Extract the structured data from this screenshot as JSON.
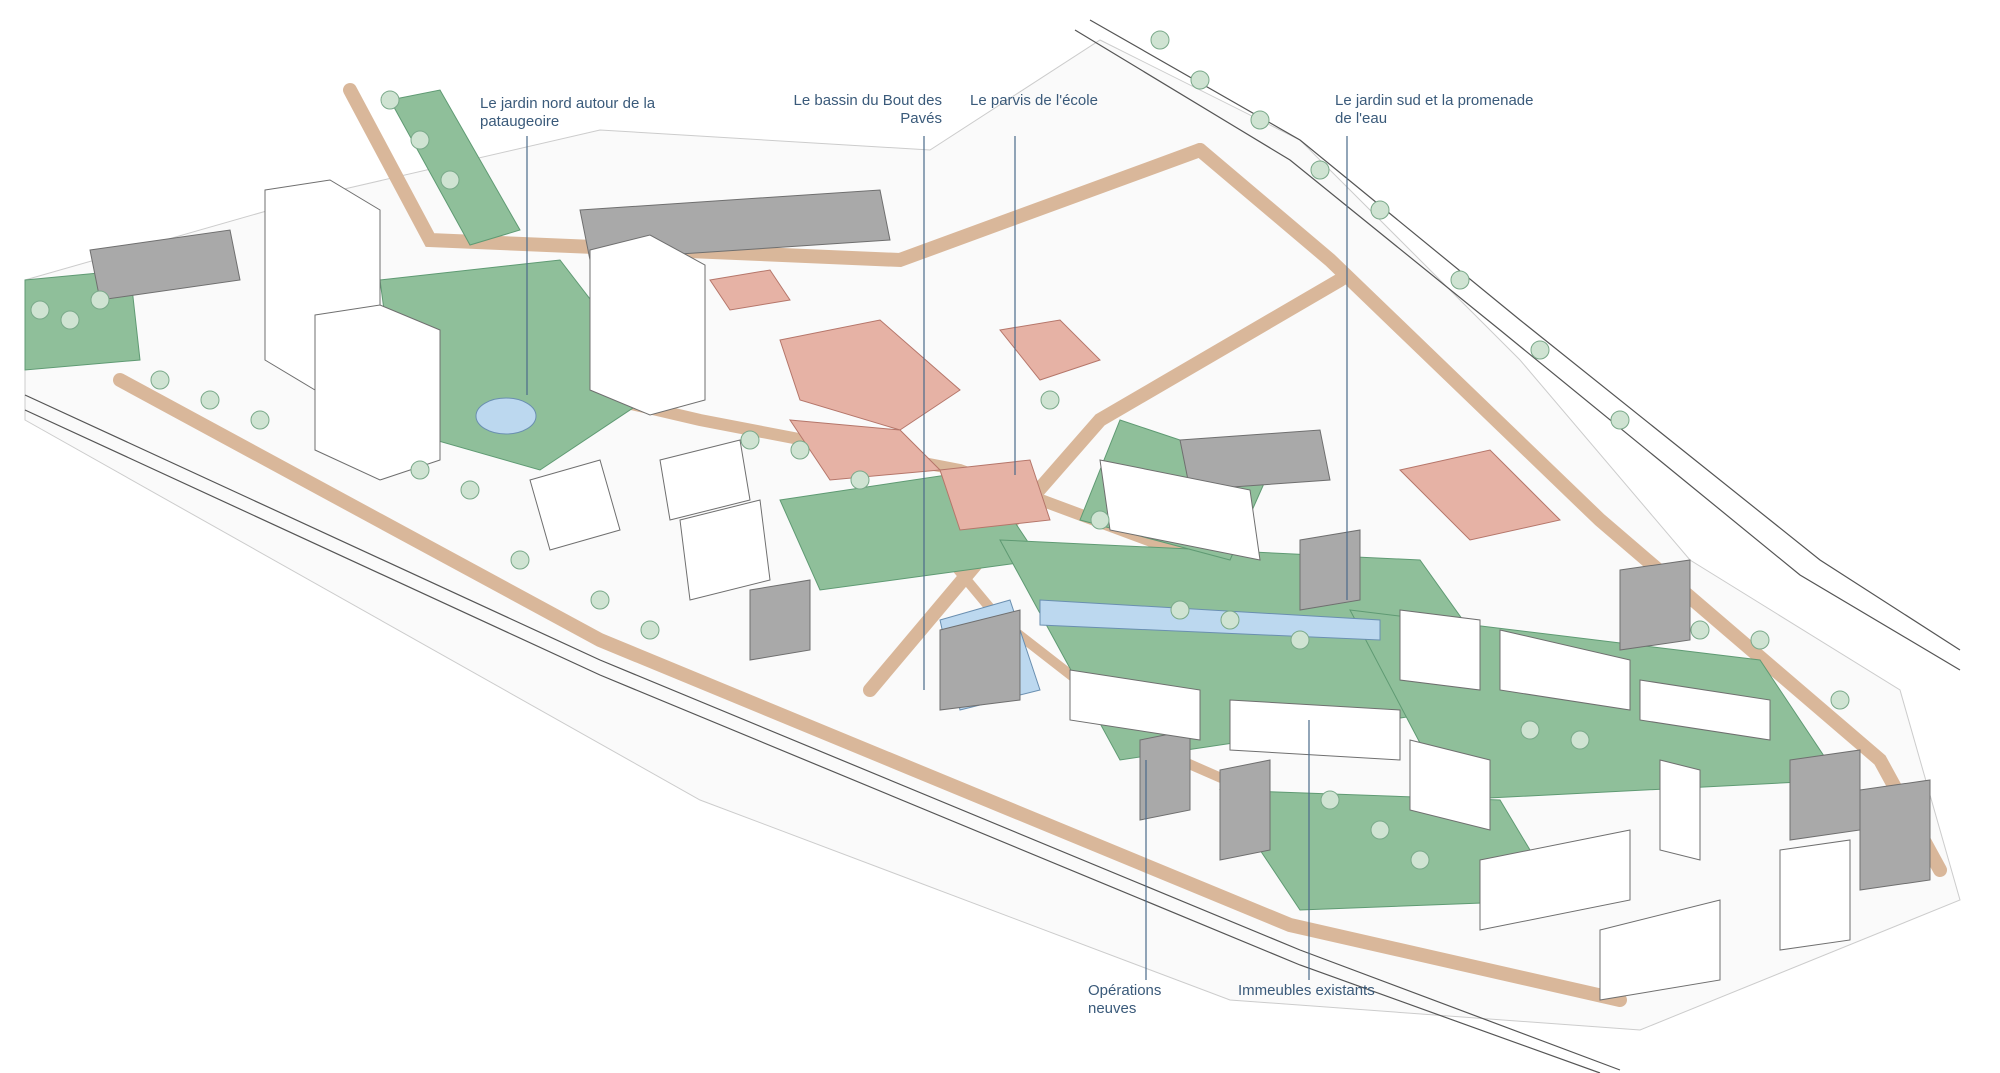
{
  "annotations": [
    {
      "id": "jardin-nord",
      "lines": [
        "Le jardin nord autour de la",
        "pataugeoire"
      ]
    },
    {
      "id": "bassin",
      "lines": [
        "Le bassin du Bout des",
        "Pavés"
      ]
    },
    {
      "id": "parvis",
      "lines": [
        "Le parvis de l'école"
      ]
    },
    {
      "id": "jardin-sud",
      "lines": [
        "Le jardin sud et la promenade",
        "de l'eau"
      ]
    },
    {
      "id": "operations",
      "lines": [
        "Opérations",
        "neuves"
      ]
    },
    {
      "id": "immeubles",
      "lines": [
        "Immeubles existants"
      ]
    }
  ],
  "colors": {
    "label": "#3a5a7a",
    "leader": "#4a6a8a",
    "path": "#d9b79a",
    "path_edge": "#b98f6e",
    "green": "#8fbf9a",
    "green_dark": "#5f9a73",
    "building_new": "#ffffff",
    "building_existing": "#a9a9a9",
    "building_school": "#e6b2a5",
    "water": "#bcd8ef",
    "tree": "#cfe3d2"
  }
}
